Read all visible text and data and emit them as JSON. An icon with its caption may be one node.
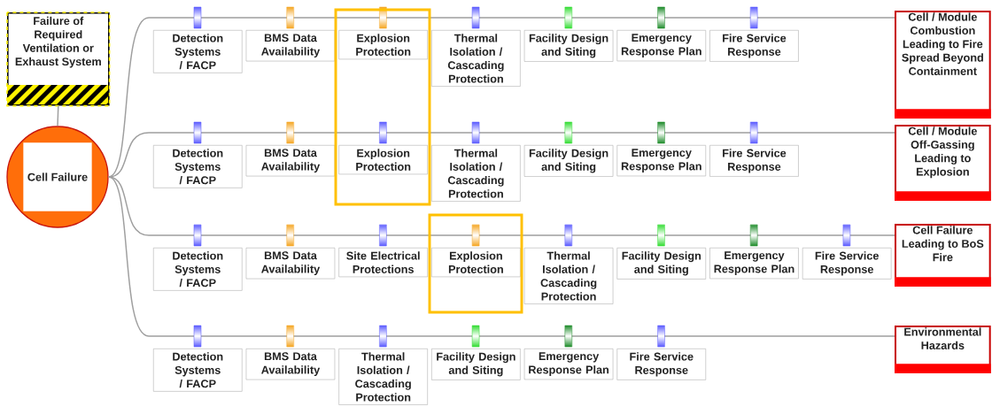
{
  "diagram": {
    "nodes": [
      {
        "text": [
          "Failure of Required Ventilation or Exhaust System"
        ]
      },
      {
        "text": [
          "Cell Failure"
        ]
      },
      {
        "text": [
          "Detection Systems / FACP"
        ]
      },
      {
        "text": [
          "BMS Data Availability"
        ]
      },
      {
        "text": [
          "Explosion Protection"
        ]
      },
      {
        "text": [
          "Thermal Isolation / Cascading Protection"
        ]
      },
      {
        "text": [
          "Facility Design and Siting"
        ]
      },
      {
        "text": [
          "Emergency Response Plan"
        ]
      },
      {
        "text": [
          "Fire Service Response"
        ]
      },
      {
        "text": [
          "Cell / Module Combustion Leading to Fire Spread Beyond Containment"
        ]
      },
      {
        "text": [
          "Detection Systems / FACP"
        ]
      },
      {
        "text": [
          "BMS Data Availability"
        ]
      },
      {
        "text": [
          "Explosion Protection"
        ]
      },
      {
        "text": [
          "Thermal Isolation / Cascading Protection"
        ]
      },
      {
        "text": [
          "Facility Design and Siting"
        ]
      },
      {
        "text": [
          "Emergency Response Plan"
        ]
      },
      {
        "text": [
          "Fire Service Response"
        ]
      },
      {
        "text": [
          "Cell / Module Off-Gassing Leading to Explosion"
        ]
      },
      {
        "text": [
          "Detection Systems / FACP"
        ]
      },
      {
        "text": [
          "BMS Data Availability"
        ]
      },
      {
        "text": [
          "Site Electrical Protections"
        ]
      },
      {
        "text": [
          "Explosion Protection"
        ]
      },
      {
        "text": [
          "Thermal Isolation / Cascading Protection"
        ]
      },
      {
        "text": [
          "Facility Design and Siting"
        ]
      },
      {
        "text": [
          "Emergency Response Plan"
        ]
      },
      {
        "text": [
          "Fire Service Response"
        ]
      },
      {
        "text": [
          "Cell Failure Leading to BoS Fire"
        ]
      },
      {
        "text": [
          "Detection Systems / FACP"
        ]
      },
      {
        "text": [
          "BMS Data Availability"
        ]
      },
      {
        "text": [
          "Thermal Isolation / Cascading Protection"
        ]
      },
      {
        "text": [
          "Facility Design and Siting"
        ]
      },
      {
        "text": [
          "Emergency Response Plan"
        ]
      },
      {
        "text": [
          "Fire Service Response"
        ]
      },
      {
        "text": [
          "Environmental Hazards"
        ]
      }
    ],
    "edges": [
      {
        "from": 0,
        "to": 1,
        "arrow": "none"
      },
      {
        "from": 1,
        "to": 9,
        "arrow": "none"
      },
      {
        "from": 1,
        "to": 17,
        "arrow": "none"
      },
      {
        "from": 1,
        "to": 26,
        "arrow": "none"
      },
      {
        "from": 1,
        "to": 33,
        "arrow": "none"
      }
    ]
  }
}
